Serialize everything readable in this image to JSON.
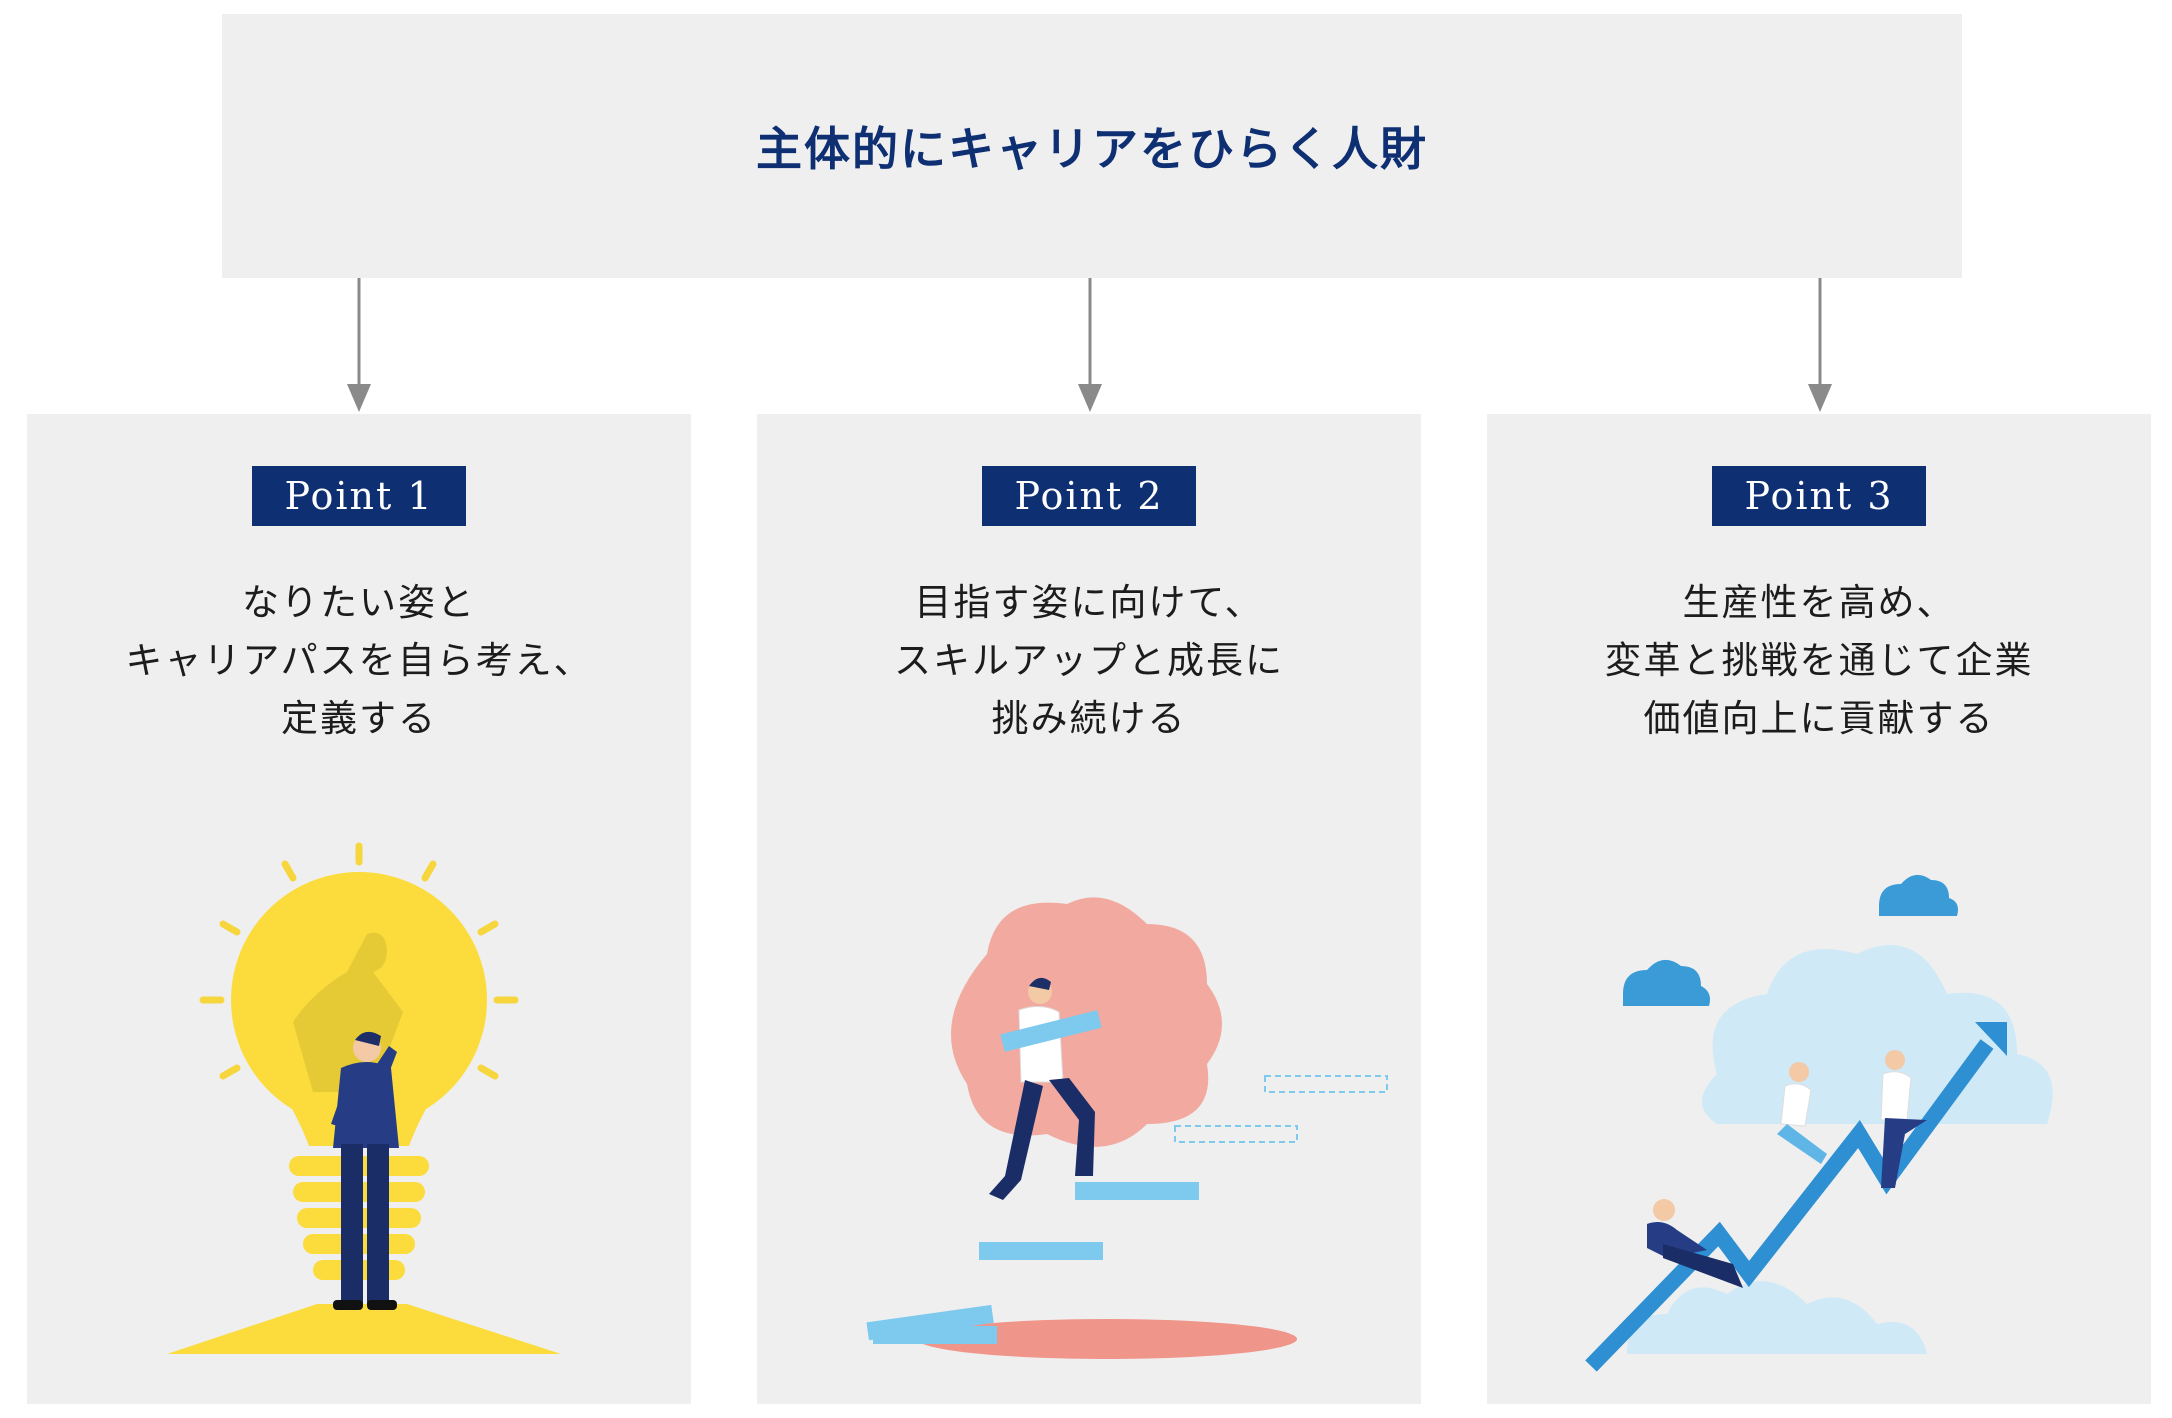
{
  "header": {
    "title": "主体的にキャリアをひらく人財"
  },
  "colors": {
    "navy": "#0f2f73",
    "panel": "#efeff0",
    "arrow": "#8a8a8a"
  },
  "points": [
    {
      "badge": "Point 1",
      "lines": [
        "なりたい姿と",
        "キャリアパスを自ら考え、",
        "定義する"
      ],
      "illustration": "lightbulb-thinking-man"
    },
    {
      "badge": "Point 2",
      "lines": [
        "目指す姿に向けて、",
        "スキルアップと成長に",
        "挑み続ける"
      ],
      "illustration": "climbing-stairs-man"
    },
    {
      "badge": "Point 3",
      "lines": [
        "生産性を高め、",
        "変革と挑戦を通じて企業",
        "価値向上に貢献する"
      ],
      "illustration": "growth-arrow-team"
    }
  ]
}
